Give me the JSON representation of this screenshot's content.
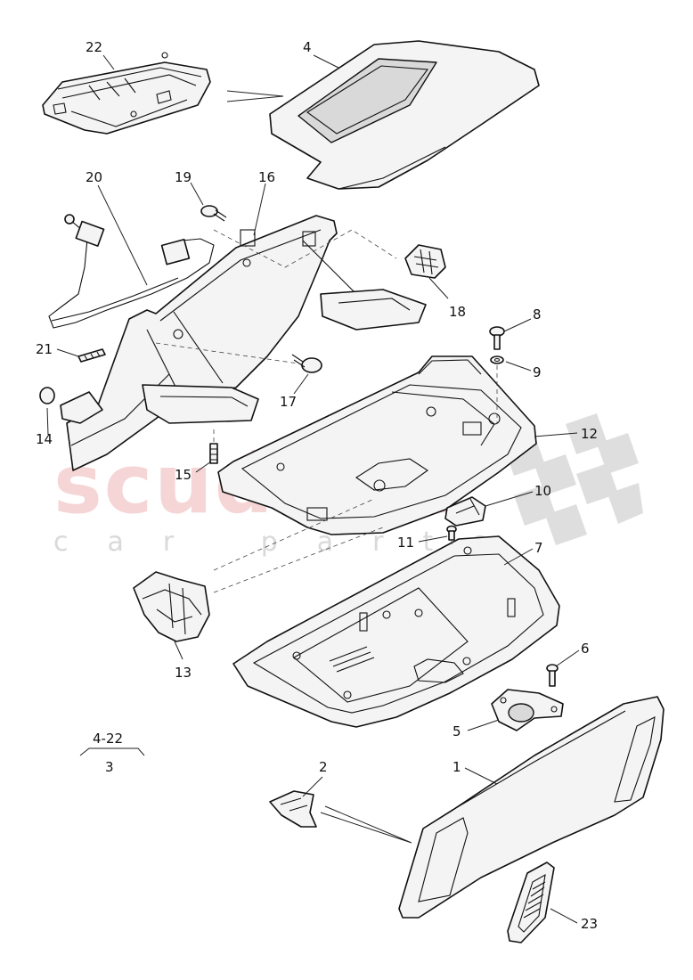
{
  "watermark": {
    "brand": "scuderia",
    "tagline": "car parts"
  },
  "callouts": [
    {
      "id": "c22",
      "label": "22"
    },
    {
      "id": "c4",
      "label": "4"
    },
    {
      "id": "c20",
      "label": "20"
    },
    {
      "id": "c19",
      "label": "19"
    },
    {
      "id": "c16",
      "label": "16"
    },
    {
      "id": "c18",
      "label": "18"
    },
    {
      "id": "c8",
      "label": "8"
    },
    {
      "id": "c9",
      "label": "9"
    },
    {
      "id": "c21",
      "label": "21"
    },
    {
      "id": "c17",
      "label": "17"
    },
    {
      "id": "c14",
      "label": "14"
    },
    {
      "id": "c12",
      "label": "12"
    },
    {
      "id": "c15",
      "label": "15"
    },
    {
      "id": "c10",
      "label": "10"
    },
    {
      "id": "c11",
      "label": "11"
    },
    {
      "id": "c7",
      "label": "7"
    },
    {
      "id": "c13",
      "label": "13"
    },
    {
      "id": "c6",
      "label": "6"
    },
    {
      "id": "c5",
      "label": "5"
    },
    {
      "id": "c1",
      "label": "1"
    },
    {
      "id": "c2",
      "label": "2"
    },
    {
      "id": "c23",
      "label": "23"
    }
  ],
  "assembly": {
    "range_label": "4-22",
    "assembly_label": "3"
  }
}
